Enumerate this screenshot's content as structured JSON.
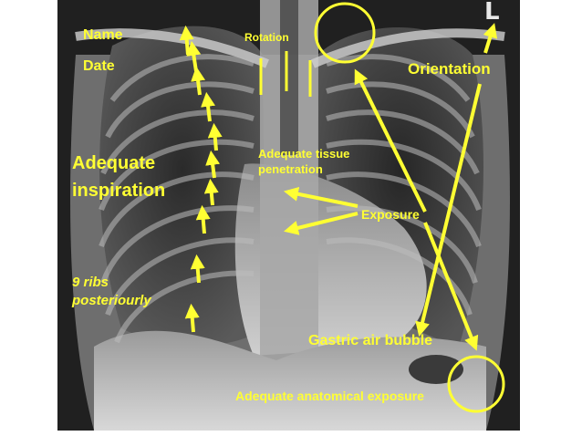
{
  "image": {
    "subject": "chest-xray-pa",
    "side_marker": "L"
  },
  "colors": {
    "annotation": "#ffff33",
    "background": "#ffffff",
    "film": "#141414"
  },
  "labels": {
    "name": "Name",
    "date": "Date",
    "rotation": "Rotation",
    "orientation": "Orientation",
    "adequate_inspiration_line1": "Adequate",
    "adequate_inspiration_line2": "inspiration",
    "tissue_penetration_line1": "Adequate tissue",
    "tissue_penetration_line2": "penetration",
    "exposure": "Exposure",
    "ribs_line1": "9 ribs",
    "ribs_line2": "posteriourly",
    "gastric_air_bubble": "Gastric air bubble",
    "anatomical_exposure": "Adequate anatomical exposure"
  }
}
